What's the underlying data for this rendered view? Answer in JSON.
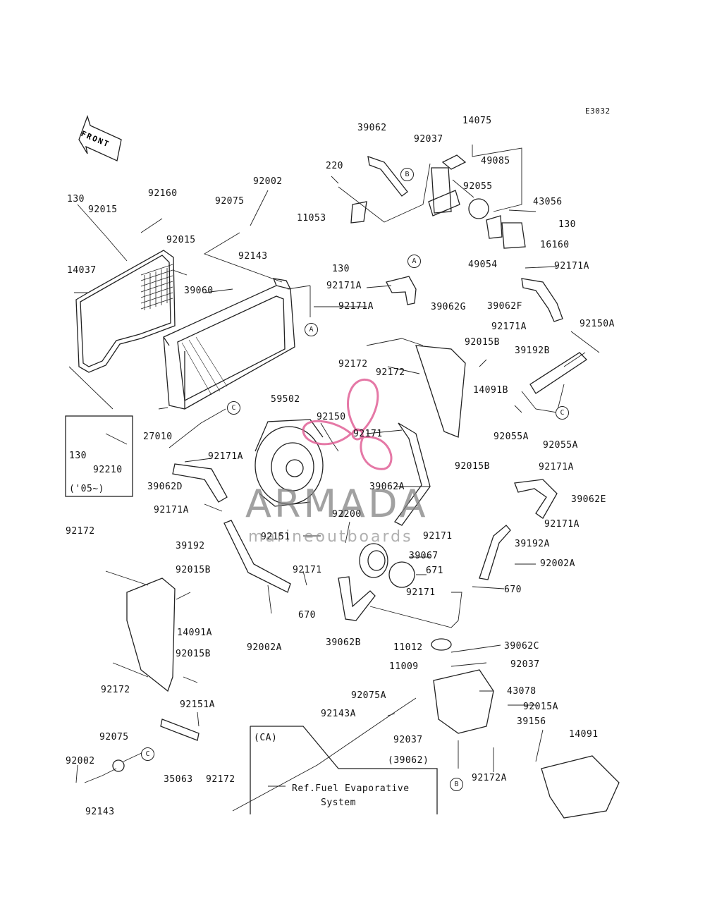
{
  "diagram_code": "E3032",
  "front_label": "FRONT",
  "watermark": {
    "brand": "ARMADA",
    "tagline": "marineoutboards"
  },
  "note_year": "('05~)",
  "ca_label": "(CA)",
  "ref_note": {
    "line1": "Ref.Fuel Evaporative",
    "line2": "System"
  },
  "ref_part": "(39062)",
  "callouts": [
    "A",
    "B",
    "C",
    "A",
    "C",
    "A",
    "B",
    "B",
    "C"
  ],
  "parts": [
    {
      "id": "39062"
    },
    {
      "id": "92037"
    },
    {
      "id": "14075"
    },
    {
      "id": "49085"
    },
    {
      "id": "220"
    },
    {
      "id": "92055"
    },
    {
      "id": "43056"
    },
    {
      "id": "11053"
    },
    {
      "id": "130"
    },
    {
      "id": "16160"
    },
    {
      "id": "49054"
    },
    {
      "id": "92171A"
    },
    {
      "id": "130"
    },
    {
      "id": "92171A"
    },
    {
      "id": "39062G"
    },
    {
      "id": "92171A"
    },
    {
      "id": "39062F"
    },
    {
      "id": "92171A"
    },
    {
      "id": "92150A"
    },
    {
      "id": "92015B"
    },
    {
      "id": "92172"
    },
    {
      "id": "39192B"
    },
    {
      "id": "92172"
    },
    {
      "id": "14091B"
    },
    {
      "id": "92055A"
    },
    {
      "id": "92055A"
    },
    {
      "id": "92015B"
    },
    {
      "id": "92171A"
    },
    {
      "id": "39062E"
    },
    {
      "id": "92171A"
    },
    {
      "id": "130"
    },
    {
      "id": "92015"
    },
    {
      "id": "92160"
    },
    {
      "id": "92075"
    },
    {
      "id": "92002"
    },
    {
      "id": "92143"
    },
    {
      "id": "92015"
    },
    {
      "id": "14037"
    },
    {
      "id": "39060"
    },
    {
      "id": "27010"
    },
    {
      "id": "59502"
    },
    {
      "id": "92150"
    },
    {
      "id": "92171"
    },
    {
      "id": "130"
    },
    {
      "id": "92210"
    },
    {
      "id": "92171A"
    },
    {
      "id": "39062D"
    },
    {
      "id": "92171A"
    },
    {
      "id": "39062A"
    },
    {
      "id": "92200"
    },
    {
      "id": "92151"
    },
    {
      "id": "92171"
    },
    {
      "id": "39067"
    },
    {
      "id": "671"
    },
    {
      "id": "92172"
    },
    {
      "id": "39192"
    },
    {
      "id": "39192A"
    },
    {
      "id": "92002A"
    },
    {
      "id": "92015B"
    },
    {
      "id": "92171"
    },
    {
      "id": "92171"
    },
    {
      "id": "670"
    },
    {
      "id": "670"
    },
    {
      "id": "14091A"
    },
    {
      "id": "92002A"
    },
    {
      "id": "39062B"
    },
    {
      "id": "11012"
    },
    {
      "id": "39062C"
    },
    {
      "id": "92015B"
    },
    {
      "id": "11009"
    },
    {
      "id": "92037"
    },
    {
      "id": "92172"
    },
    {
      "id": "43078"
    },
    {
      "id": "92075A"
    },
    {
      "id": "92151A"
    },
    {
      "id": "92143A"
    },
    {
      "id": "92015A"
    },
    {
      "id": "39156"
    },
    {
      "id": "92075"
    },
    {
      "id": "92037"
    },
    {
      "id": "14091"
    },
    {
      "id": "92002"
    },
    {
      "id": "35063"
    },
    {
      "id": "92172"
    },
    {
      "id": "92172A"
    },
    {
      "id": "92143"
    }
  ]
}
